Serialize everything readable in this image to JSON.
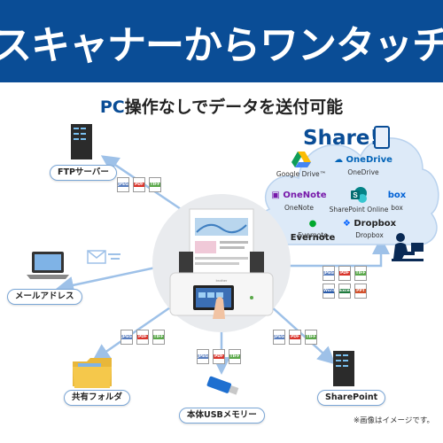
{
  "banner": {
    "title": "スキャナーからワンタッチ"
  },
  "subtitle": {
    "prefix": "PC",
    "rest": "操作なしでデータを送付可能"
  },
  "cloud": {
    "title": "Share!",
    "services": [
      {
        "name": "Google Drive™",
        "icon": "google-drive-icon"
      },
      {
        "name": "OneDrive",
        "icon": "onedrive-icon"
      },
      {
        "name": "OneNote",
        "icon": "onenote-icon"
      },
      {
        "name": "SharePoint Online",
        "icon": "sharepoint-icon"
      },
      {
        "name": "box",
        "icon": "box-icon"
      },
      {
        "name": "Evernote",
        "icon": "evernote-icon"
      },
      {
        "name": "Dropbox",
        "icon": "dropbox-icon"
      }
    ],
    "logo_text": {
      "onedrive": "OneDrive",
      "onenote": "OneNote",
      "box": "box",
      "evernote": "Evernote",
      "dropbox": "Dropbox"
    }
  },
  "destinations": {
    "ftp": "FTPサーバー",
    "email": "メールアドレス",
    "shared_folder": "共有フォルダ",
    "usb": "本体USBメモリー",
    "sharepoint": "SharePoint"
  },
  "file_tags": {
    "jpeg": "JPEG",
    "pdf": "PDF",
    "tiff": "TIFF",
    "word": "Word",
    "excel": "Excel",
    "ppt": "PPT"
  },
  "colors": {
    "brand_blue": "#0a4d96",
    "jpeg": "#5b7fbf",
    "pdf": "#d9342b",
    "tiff": "#5aa84a",
    "word": "#2b5caa",
    "excel": "#1f7a3e",
    "ppt": "#d2502b"
  },
  "scanner": {
    "brand": "brother"
  },
  "footnote": "※画像はイメージです。"
}
